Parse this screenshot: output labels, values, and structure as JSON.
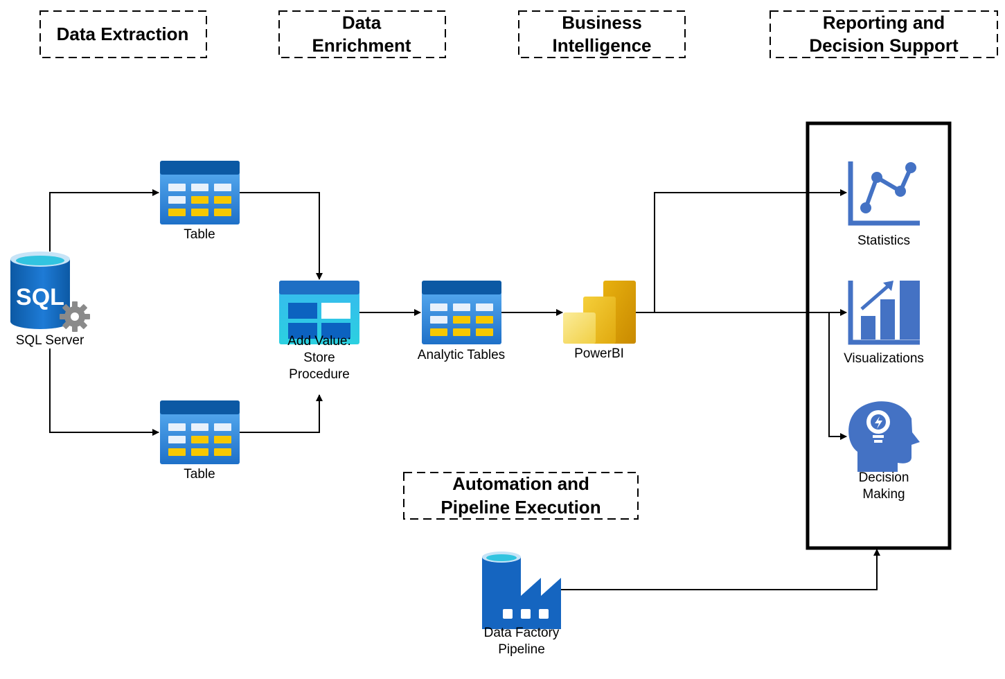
{
  "stages": {
    "extraction": [
      "Data Extraction"
    ],
    "enrichment": [
      "Data",
      "Enrichment"
    ],
    "bi": [
      "Business",
      "Intelligence"
    ],
    "reporting": [
      "Reporting and",
      "Decision Support"
    ],
    "automation": [
      "Automation and",
      "Pipeline Execution"
    ]
  },
  "nodes": {
    "sql_server": {
      "label": [
        "SQL Server"
      ],
      "icon": "sql-database-icon",
      "badge": "SQL"
    },
    "table_top": {
      "label": [
        "Table"
      ],
      "icon": "table-icon"
    },
    "table_bottom": {
      "label": [
        "Table"
      ],
      "icon": "table-icon"
    },
    "store_procedure": {
      "label": [
        "Add Value:",
        "Store",
        "Procedure"
      ],
      "icon": "stored-procedure-icon"
    },
    "analytic_tables": {
      "label": [
        "Analytic Tables"
      ],
      "icon": "table-icon"
    },
    "powerbi": {
      "label": [
        "PowerBI"
      ],
      "icon": "powerbi-icon"
    },
    "statistics": {
      "label": [
        "Statistics"
      ],
      "icon": "line-chart-icon"
    },
    "visualizations": {
      "label": [
        "Visualizations"
      ],
      "icon": "bar-chart-icon"
    },
    "decision_making": {
      "label": [
        "Decision",
        "Making"
      ],
      "icon": "brain-lightbulb-icon"
    },
    "data_factory": {
      "label": [
        "Data Factory",
        "Pipeline"
      ],
      "icon": "data-factory-icon"
    }
  },
  "colors": {
    "azure_blue_dark": "#0c59a4",
    "azure_blue": "#1e7bd6",
    "azure_blue_light": "#4aa3f0",
    "cyan": "#32c4e0",
    "table_yellow": "#f7c800",
    "table_white": "#e8f1fb",
    "report_blue": "#4472c4",
    "powerbi_gold": "#e8b10f",
    "powerbi_light": "#f9e27a",
    "gear_gray": "#8a8a8a"
  }
}
